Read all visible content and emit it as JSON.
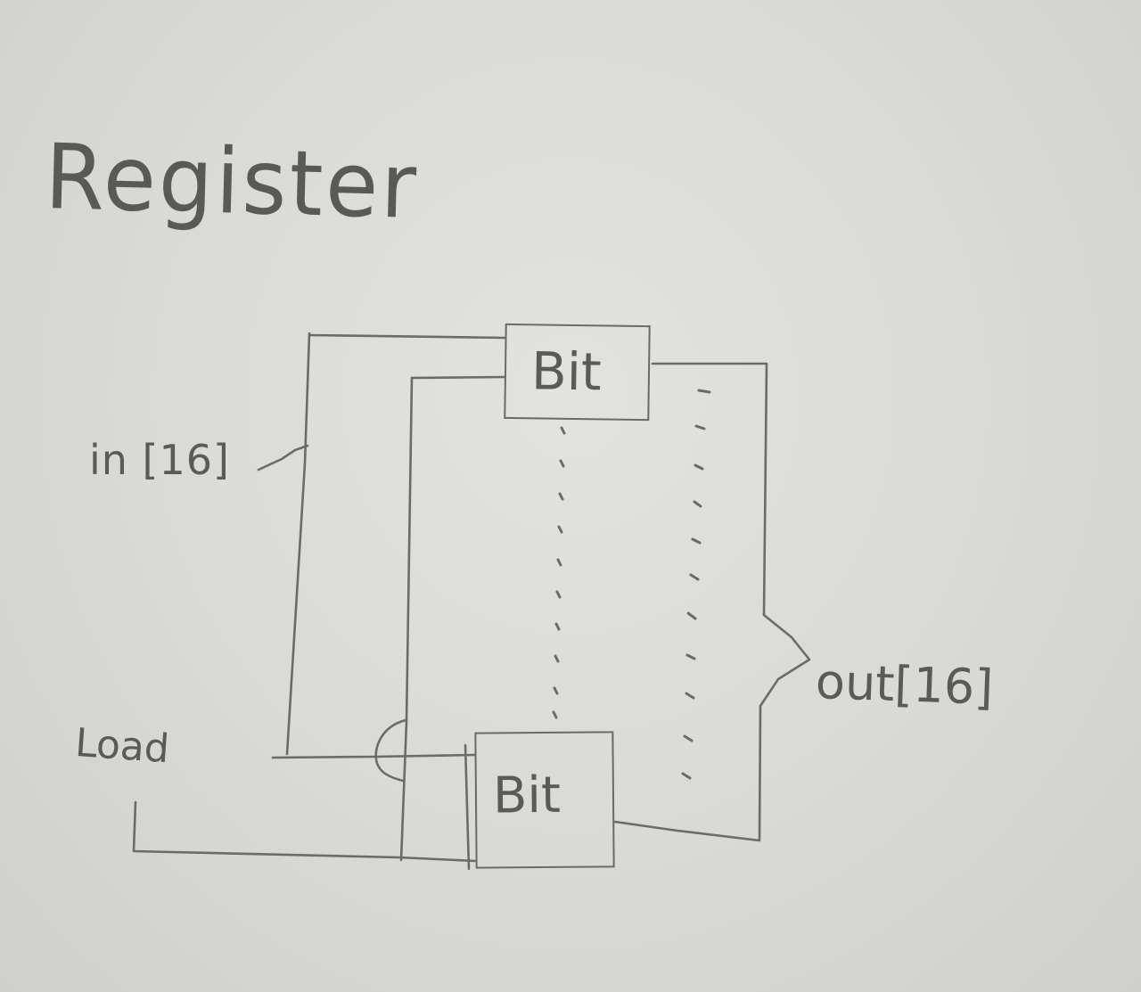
{
  "diagram": {
    "title": "Register",
    "input_label": "in [16]",
    "load_label": "Load",
    "output_label": "out[16]",
    "components": [
      {
        "label": "Bit"
      },
      {
        "label": "Bit"
      }
    ]
  }
}
